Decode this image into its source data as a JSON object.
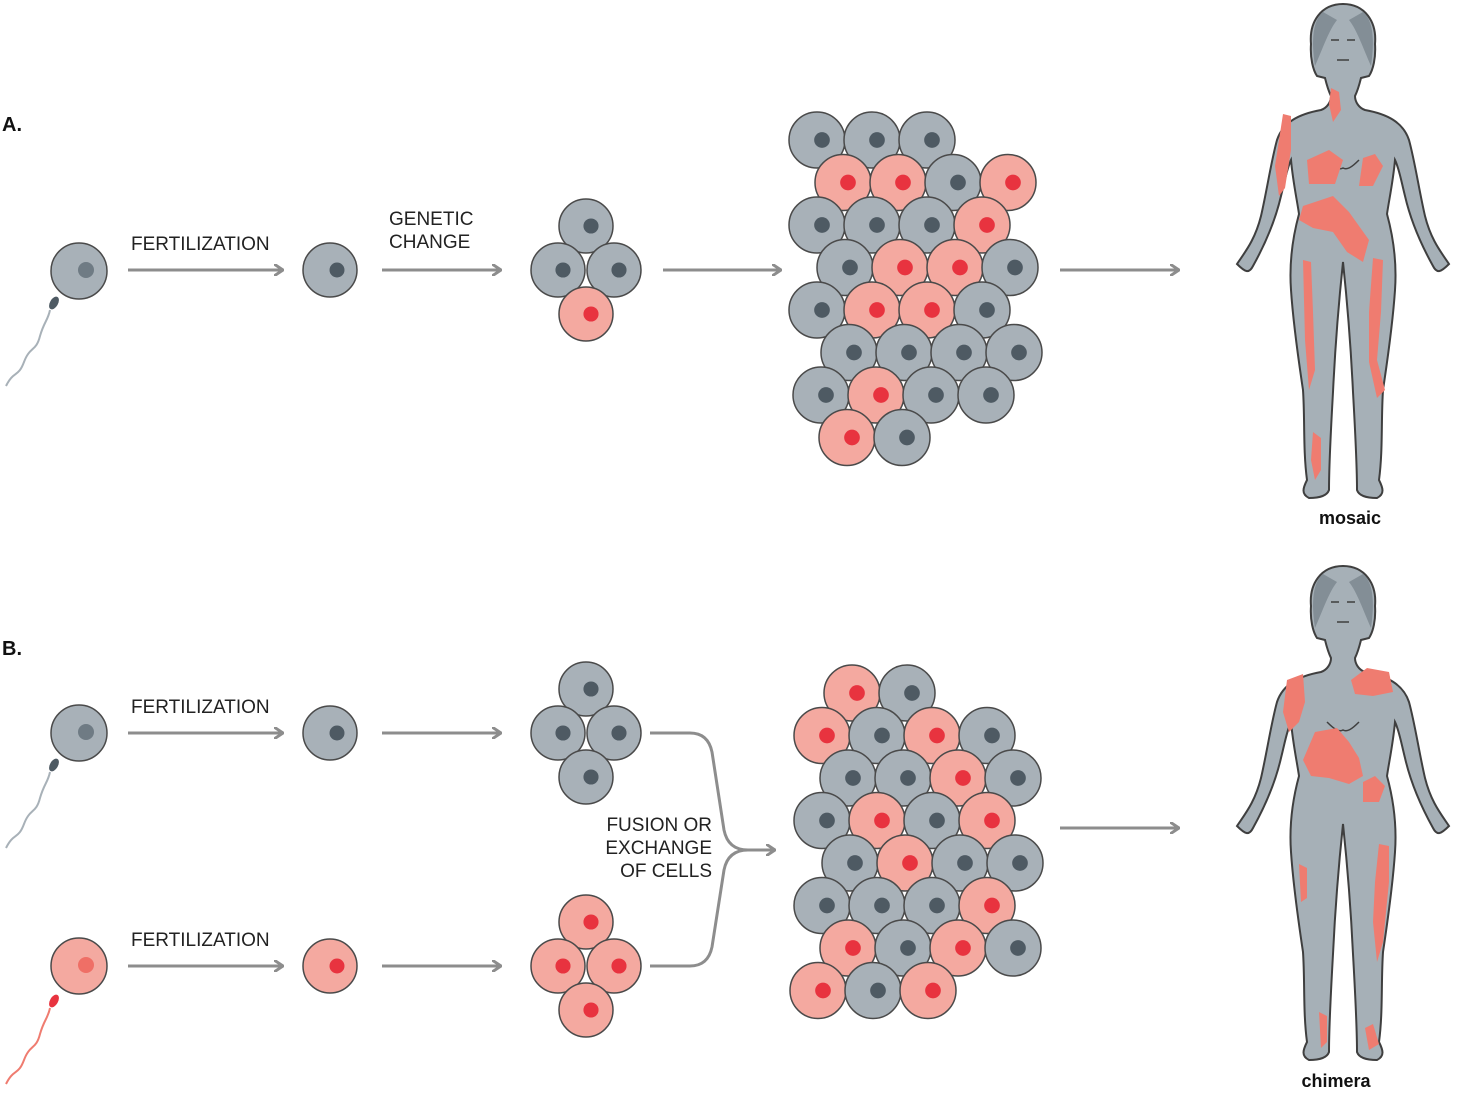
{
  "colors": {
    "gray_cell": "#a8b1b8",
    "gray_nucleus": "#4e5a63",
    "pink_cell": "#f4a9a0",
    "red_nucleus": "#e8333f",
    "outline": "#4a4a4a",
    "arrow": "#8d8d8d",
    "body_gray": "#a6b0b7",
    "body_patch": "#ef7c70"
  },
  "panel_a": {
    "label": "A.",
    "step1": "FERTILIZATION",
    "step2_line1": "GENETIC",
    "step2_line2": "CHANGE",
    "caption": "mosaic"
  },
  "panel_b": {
    "label": "B.",
    "step_top": "FERTILIZATION",
    "step_bottom": "FERTILIZATION",
    "merge_line1": "FUSION OR",
    "merge_line2": "EXCHANGE",
    "merge_line3": "OF CELLS",
    "caption": "chimera"
  },
  "clusters": {
    "a_four": [
      "gray",
      "gray",
      "gray",
      "gray",
      "pink"
    ],
    "b_gray_four": [
      "gray",
      "gray",
      "gray",
      "gray",
      "gray"
    ],
    "b_pink_four": [
      "pink",
      "pink",
      "pink",
      "pink",
      "pink"
    ],
    "a_mass": [
      [
        "gray",
        "gray",
        "gray"
      ],
      [
        "pink",
        "pink",
        "gray",
        "pink"
      ],
      [
        "gray",
        "gray",
        "gray",
        "pink"
      ],
      [
        "gray",
        "pink",
        "pink",
        "gray"
      ],
      [
        "gray",
        "pink",
        "pink",
        "gray"
      ],
      [
        "gray",
        "gray",
        "gray",
        "gray"
      ],
      [
        "gray",
        "pink",
        "gray",
        "gray"
      ],
      [
        "pink",
        "gray"
      ]
    ],
    "b_mass": [
      [
        "pink",
        "gray"
      ],
      [
        "pink",
        "gray",
        "pink",
        "gray"
      ],
      [
        "gray",
        "gray",
        "pink",
        "gray"
      ],
      [
        "gray",
        "pink",
        "gray",
        "pink"
      ],
      [
        "gray",
        "pink",
        "gray",
        "gray"
      ],
      [
        "gray",
        "gray",
        "gray",
        "pink"
      ],
      [
        "pink",
        "gray",
        "pink",
        "gray"
      ],
      [
        "pink",
        "gray",
        "pink"
      ]
    ]
  }
}
